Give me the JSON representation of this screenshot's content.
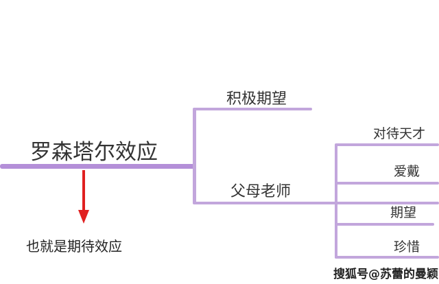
{
  "root": {
    "label": "罗森塔尔效应"
  },
  "branches": [
    {
      "label": "积极期望"
    },
    {
      "label": "父母老师",
      "children": [
        {
          "label": "对待天才"
        },
        {
          "label": "爱戴"
        },
        {
          "label": "期望"
        },
        {
          "label": "珍惜"
        }
      ]
    }
  ],
  "note": "也就是期待效应",
  "watermark": "搜狐号@苏蕾的曼颖",
  "colors": {
    "branch": "#c2a6dc",
    "main_line": "#b48fd8",
    "arrow": "#e02020"
  }
}
